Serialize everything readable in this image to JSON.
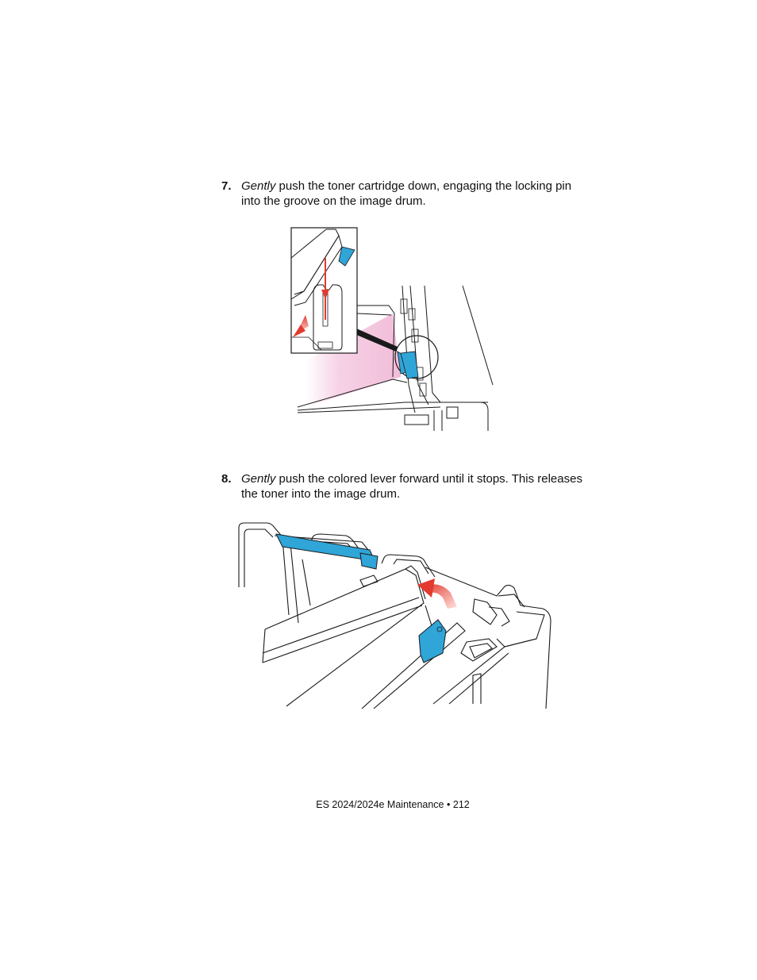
{
  "steps": [
    {
      "number": "7.",
      "emphasis": "Gently",
      "text": " push the toner cartridge down, engaging the locking pin into the groove on the image drum."
    },
    {
      "number": "8.",
      "emphasis": "Gently",
      "text": " push the colored lever forward until it stops. This releases the toner into the image drum."
    }
  ],
  "colors": {
    "accent_blue": "#2fa5d8",
    "toner_pink": "#f4c4dd",
    "arrow_red": "#e23a2f",
    "line": "#1a1a1a"
  },
  "footer": {
    "label": "ES 2024/2024e Maintenance",
    "bullet": "•",
    "page": "212"
  }
}
